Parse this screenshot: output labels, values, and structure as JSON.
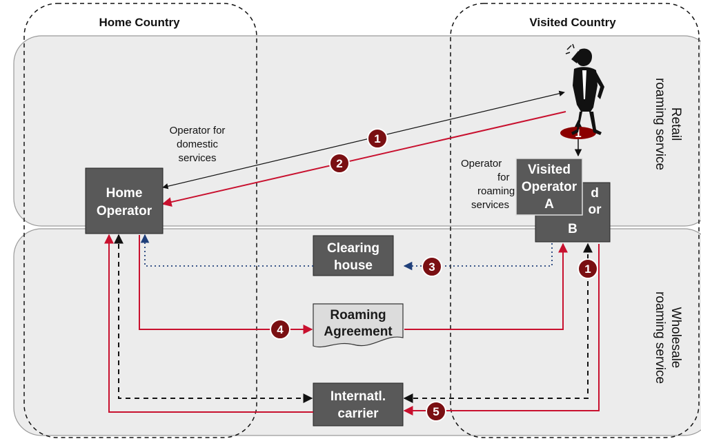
{
  "headers": {
    "home_country": "Home Country",
    "visited_country": "Visited Country"
  },
  "bands": {
    "retail": [
      "Retail",
      "roaming service"
    ],
    "wholesale": [
      "Wholesale",
      "roaming service"
    ]
  },
  "labels": {
    "operator_domestic": [
      "Operator for",
      "domestic",
      "services"
    ],
    "operator_roaming": [
      "Operator",
      "for",
      "roaming",
      "services"
    ]
  },
  "nodes": {
    "home_operator": [
      "Home",
      "Operator"
    ],
    "visited_operator_a": [
      "Visited",
      "Operator",
      "A"
    ],
    "visited_operator_b": [
      "d",
      "or",
      "B"
    ],
    "clearing_house": [
      "Clearing",
      "house"
    ],
    "roaming_agreement": [
      "Roaming",
      "Agreement"
    ],
    "internatl_carrier": [
      "Internatl.",
      "carrier"
    ]
  },
  "steps": {
    "retail_call": "1",
    "retail_bill": "2",
    "local_call": "1",
    "clearing": "3",
    "agreement": "4",
    "wholesale_call": "1",
    "carrier": "5"
  },
  "icons": {
    "roaming_user": "person-on-phone-icon"
  },
  "colors": {
    "band_fill": "#ececec",
    "box_fill": "#595959",
    "red_line": "#c8102e",
    "step_fill": "#7a0f12",
    "blue_dotted": "#1f3f7a"
  }
}
